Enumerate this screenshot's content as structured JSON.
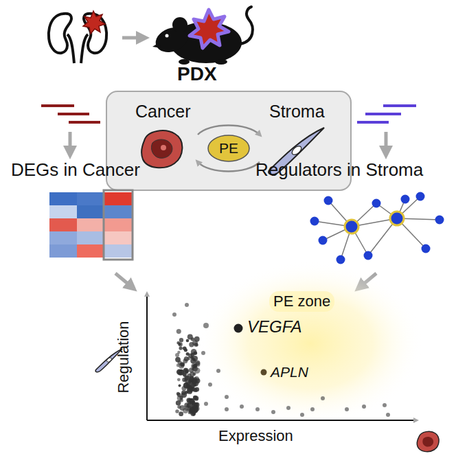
{
  "diagram": {
    "nodes": [
      {
        "text": [
          "PE"
        ]
      },
      {
        "text": [
          "PE zone"
        ]
      }
    ],
    "labels": [
      "PDX",
      "Cancer",
      "Stroma",
      "DEGs in Cancer",
      "Regulators in Stroma",
      "VEGFA",
      "APLN",
      "Regulation",
      "Expression"
    ]
  }
}
